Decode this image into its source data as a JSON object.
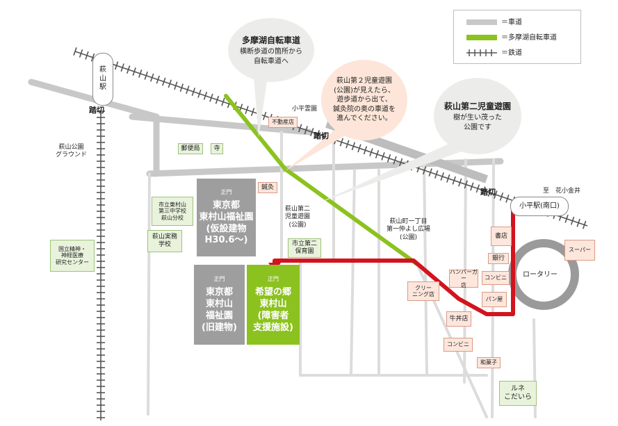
{
  "legend": {
    "road": "＝車道",
    "cycle": "＝多摩湖自転車道",
    "rail": "＝鉄道",
    "road_color": "#c8c8c8",
    "cycle_color": "#8cc21f",
    "rail_color": "#555555"
  },
  "route_color": "#d2141e",
  "callouts": {
    "tamako": {
      "title": "多摩湖自転車道",
      "body": "横断歩道の箇所から\n自転車道へ"
    },
    "park_note": {
      "body": "萩山第２児童遊園\n(公園)が見えたら、\n遊歩道から出て、\n鍼灸院の奥の車道を\n進んでください。"
    },
    "park": {
      "title": "萩山第二児童遊園",
      "body": "樹が生い茂った\n公園です"
    }
  },
  "stations": {
    "hagiyama": "萩\n山\n駅",
    "kodaira": "小平駅(南口)"
  },
  "labels": {
    "fumikiri": "踏切",
    "kodaira_cemetery": "小平霊園",
    "hagiyama_ground": "萩山公園\nグラウンド",
    "to_hanakoganei": "至　花小金井",
    "hagiyama_park2": "萩山第二\n児童遊園\n(公園)",
    "yoshi_park": "萩山町一丁目\n第一仲よし広場\n(公園)",
    "rotary": "ロータリー",
    "seimon": "正門"
  },
  "places": {
    "post_office": "郵便局",
    "temple": "寺",
    "fudosan": "不動産店",
    "shinkyu": "鍼灸",
    "school3": "市立東村山\n第三中学校\n萩山分校",
    "jitsumu": "萩山実務\n学校",
    "ncnp": "国立精神・\n神経医療\n研究センター",
    "hoikuen": "市立第二\n保育園",
    "cleaning": "クリー\nニング店",
    "bank": "銀行",
    "bookstore": "書店",
    "hamburger": "ハンバーガー\n店",
    "konbini1": "コンビニ",
    "bakery": "パン屋",
    "gyudon": "牛丼店",
    "konbini2": "コンビニ",
    "wagashi": "和菓子",
    "super": "スーパー",
    "lune": "ルネ\nこだいら"
  },
  "buildings": {
    "temp": "東京都\n東村山福祉園\n(仮設建物\nH30.6～)",
    "old": "東京都\n東村山\n福祉園\n(旧建物)",
    "kibou": "希望の郷\n東村山\n(障害者\n支援施設)"
  }
}
